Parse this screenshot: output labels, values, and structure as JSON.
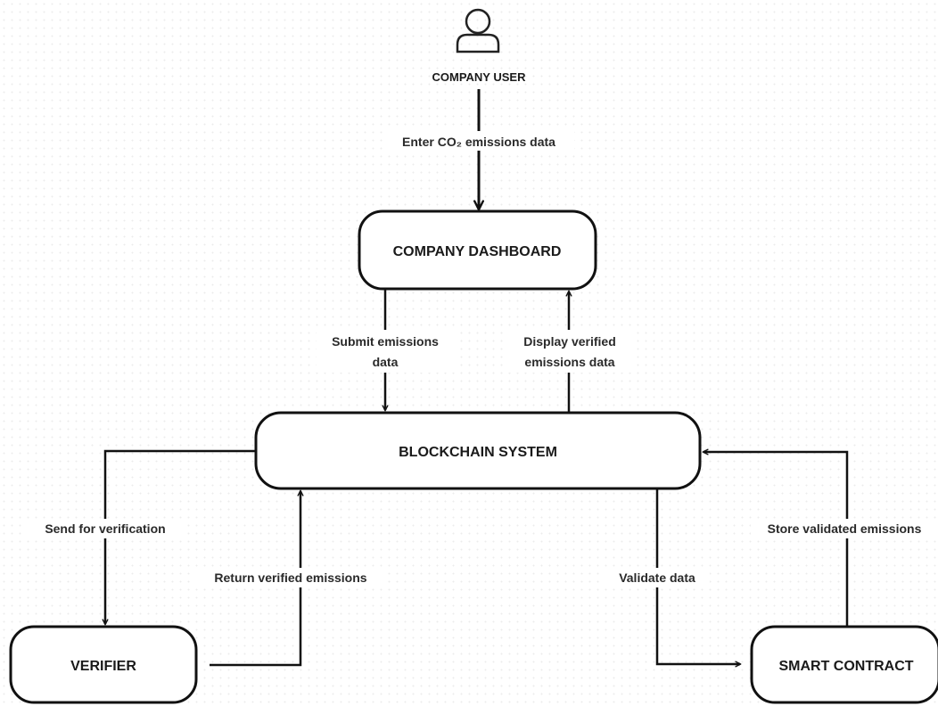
{
  "actor": {
    "label": "COMPANY USER",
    "icon": "user-icon"
  },
  "nodes": {
    "dashboard": "COMPANY DASHBOARD",
    "blockchain": "BLOCKCHAIN SYSTEM",
    "verifier": "VERIFIER",
    "smart_contract": "SMART CONTRACT"
  },
  "edges": {
    "enter_data": {
      "label": "Enter CO₂ emissions data",
      "from": "COMPANY USER",
      "to": "COMPANY DASHBOARD"
    },
    "submit": {
      "label_line1": "Submit emissions",
      "label_line2": "data",
      "from": "COMPANY DASHBOARD",
      "to": "BLOCKCHAIN SYSTEM"
    },
    "display": {
      "label_line1": "Display verified",
      "label_line2": "emissions data",
      "from": "BLOCKCHAIN SYSTEM",
      "to": "COMPANY DASHBOARD"
    },
    "send_verification": {
      "label": "Send for verification",
      "from": "BLOCKCHAIN SYSTEM",
      "to": "VERIFIER"
    },
    "return_verified": {
      "label": "Return verified emissions",
      "from": "VERIFIER",
      "to": "BLOCKCHAIN SYSTEM"
    },
    "validate": {
      "label": "Validate data",
      "from": "BLOCKCHAIN SYSTEM",
      "to": "SMART CONTRACT"
    },
    "store": {
      "label": "Store validated emissions",
      "from": "SMART CONTRACT",
      "to": "BLOCKCHAIN SYSTEM"
    }
  }
}
